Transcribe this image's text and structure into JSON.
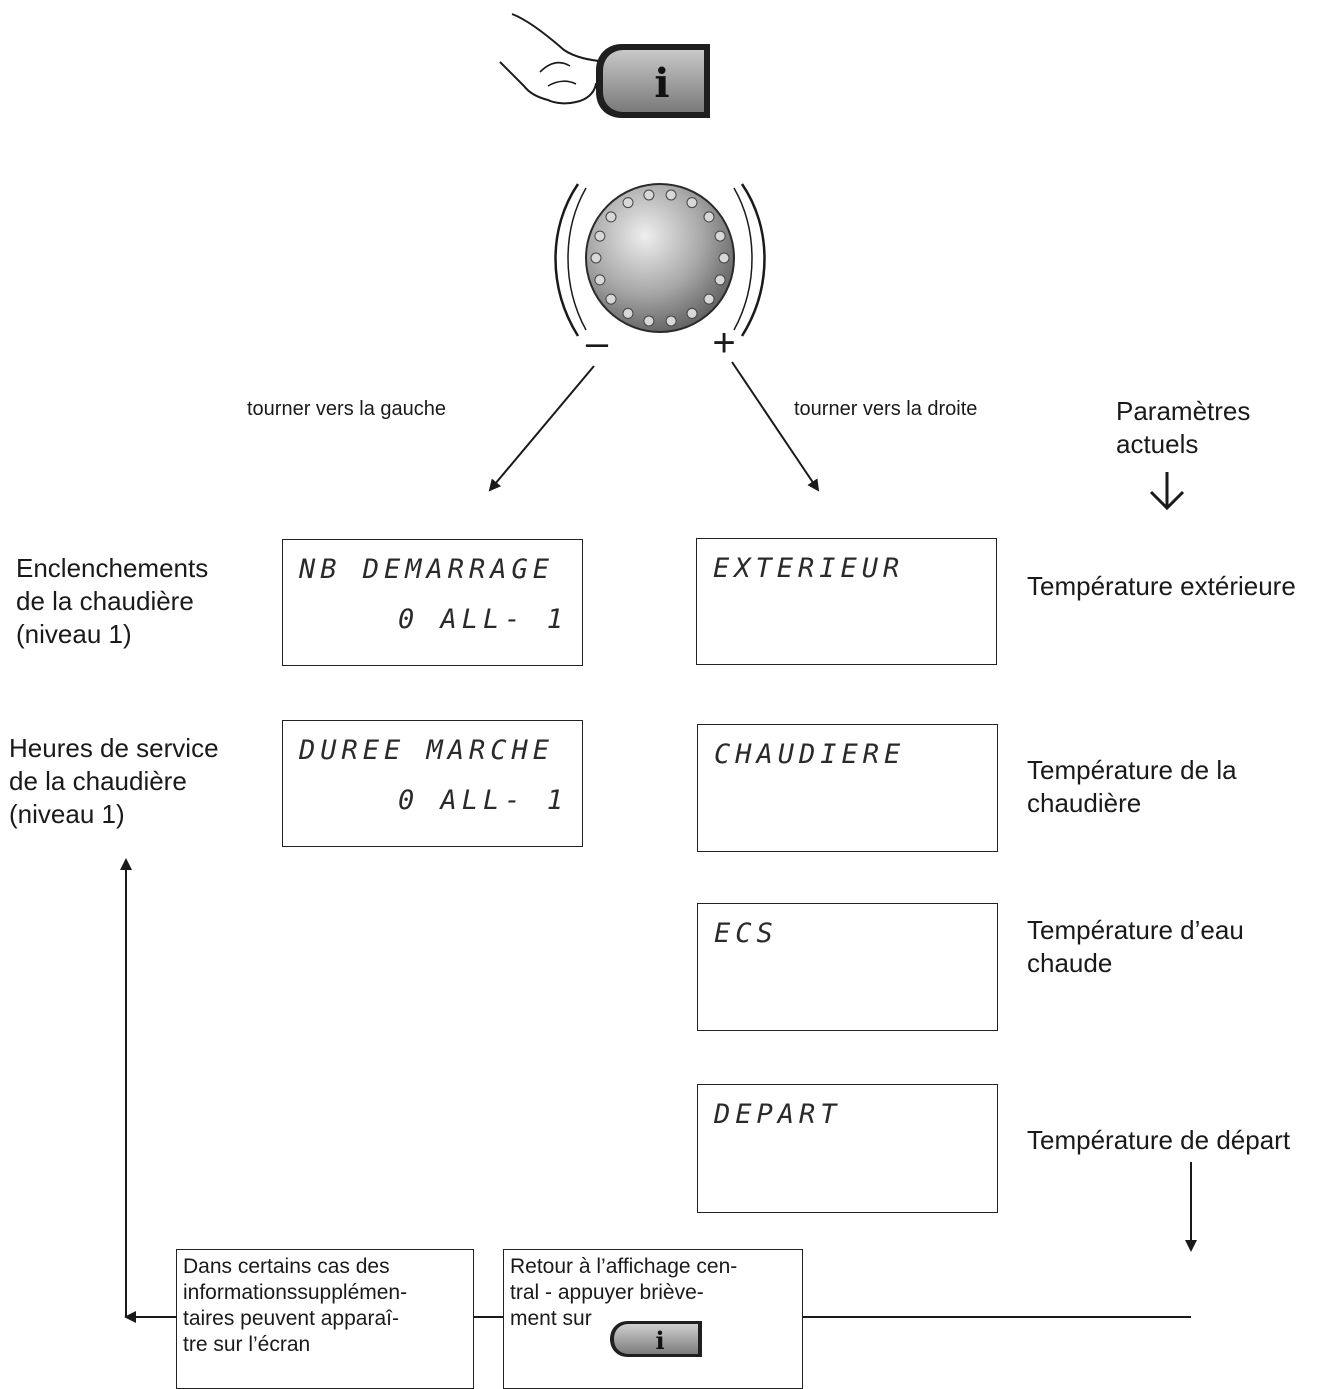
{
  "labels": {
    "turn_left": "tourner vers la gauche",
    "turn_right": "tourner vers la droite",
    "current_params": [
      "Paramètres",
      "actuels"
    ],
    "minus": "–",
    "plus": "+",
    "info_key": "i"
  },
  "left_items": [
    {
      "caption": [
        "Enclenchements",
        "de la chaudière",
        "(niveau 1)"
      ],
      "lcd": [
        "NB DEMARRAGE",
        "0 ALL- 1"
      ]
    },
    {
      "caption": [
        "Heures de service",
        "de la chaudière",
        "(niveau 1)"
      ],
      "lcd": [
        "DUREE MARCHE",
        "0 ALL- 1"
      ]
    }
  ],
  "right_items": [
    {
      "lcd": "EXTERIEUR",
      "caption": [
        "Température extérieure"
      ]
    },
    {
      "lcd": "CHAUDIERE",
      "caption": [
        "Température de la",
        "chaudière"
      ]
    },
    {
      "lcd": "ECS",
      "caption": [
        "Température d’eau",
        "chaude"
      ]
    },
    {
      "lcd": "DEPART",
      "caption": [
        "Température de départ"
      ]
    }
  ],
  "notes": {
    "extra_info": [
      "Dans certains cas des",
      "informationssupplémen-",
      "taires peuvent apparaî-",
      "tre sur l’écran"
    ],
    "return": [
      "Retour à l’affichage cen-",
      "tral - appuyer briève-",
      "ment sur"
    ]
  },
  "colors": {
    "line": "#1a1a1a",
    "knob": "#8a8a8a",
    "button": "#9a9a9a"
  }
}
